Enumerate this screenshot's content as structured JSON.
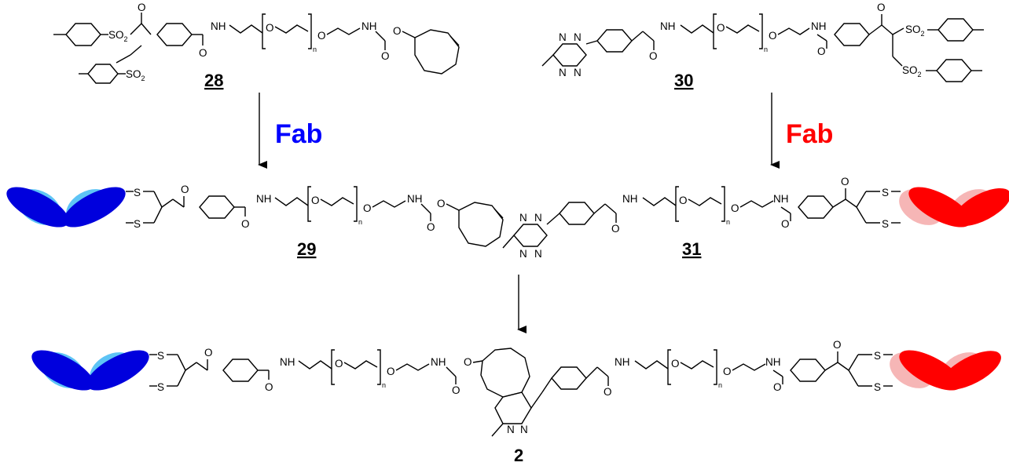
{
  "compounds": {
    "c28": "28",
    "c29": "29",
    "c30": "30",
    "c31": "31",
    "c2": "2"
  },
  "reagents": {
    "fab_left": "Fab",
    "fab_right": "Fab"
  },
  "atoms": {
    "O": "O",
    "NH": "NH",
    "N": "N",
    "S": "S",
    "n": "n",
    "SO": "SO",
    "two": "2"
  },
  "colors": {
    "fab_blue_dark": "#0000dd",
    "fab_blue_light": "#5ec4f5",
    "fab_red_dark": "#ff0000",
    "fab_red_light": "#f6b6b6",
    "fab_left_label": "#0000ff",
    "fab_right_label": "#ff0000"
  }
}
